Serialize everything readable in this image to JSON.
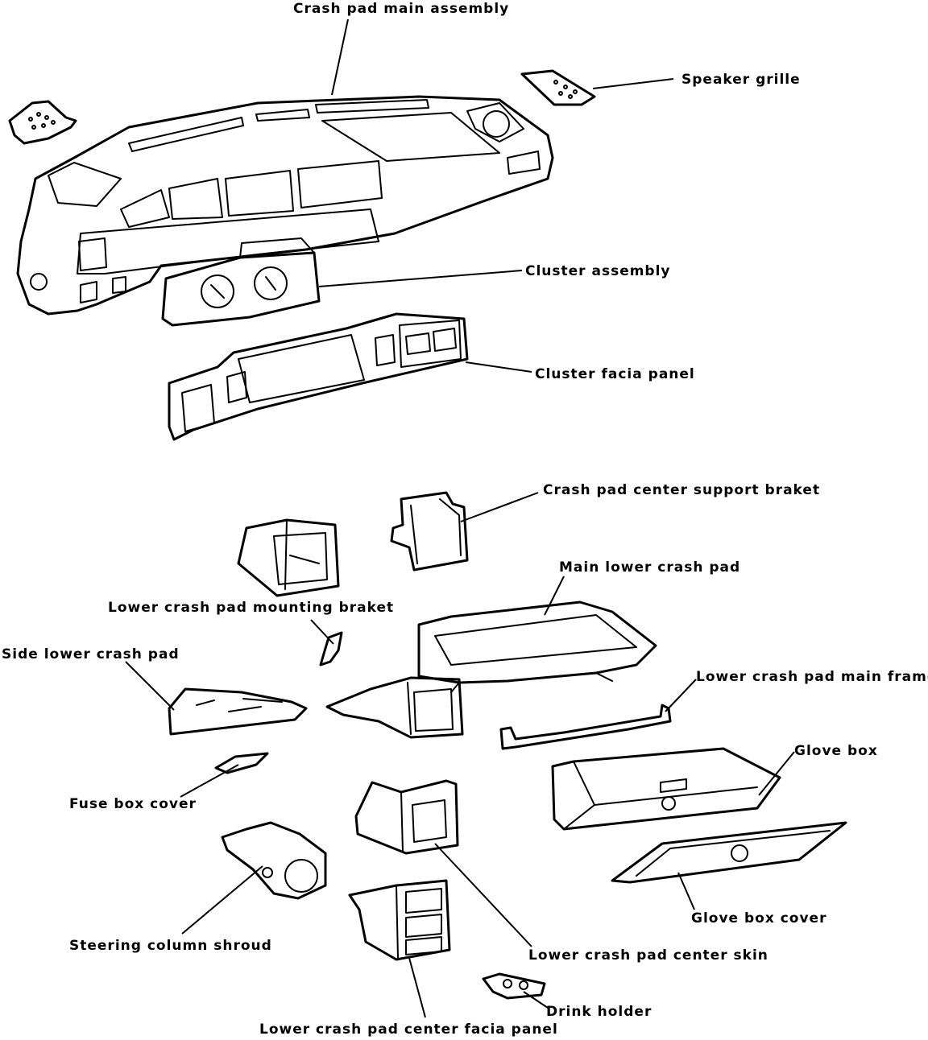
{
  "labels": {
    "crash_pad_main_assembly": "Crash pad main assembly",
    "speaker_grille": "Speaker grille",
    "cluster_assembly": "Cluster assembly",
    "cluster_facia_panel": "Cluster facia panel",
    "crash_pad_center_support_braket": "Crash pad center support braket",
    "main_lower_crash_pad": "Main lower crash pad",
    "lower_crash_pad_mounting_braket": "Lower crash pad mounting braket",
    "side_lower_crash_pad": "Side lower crash pad",
    "lower_crash_pad_main_frame": "Lower crash pad main frame",
    "glove_box": "Glove box",
    "fuse_box_cover": "Fuse box cover",
    "glove_box_cover": "Glove box cover",
    "steering_column_shroud": "Steering column shroud",
    "lower_crash_pad_center_skin": "Lower crash pad center skin",
    "drink_holder": "Drink holder",
    "lower_crash_pad_center_facia_panel": "Lower crash pad center facia panel"
  }
}
